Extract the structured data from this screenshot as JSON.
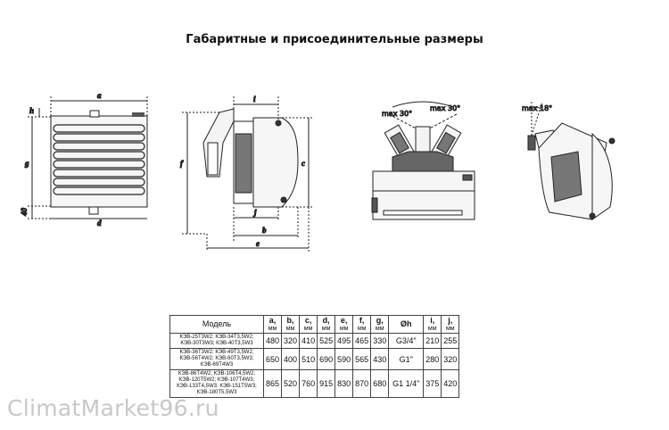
{
  "title": "Габаритные и присоединительные размеры",
  "dimension_labels": {
    "a": "a",
    "b": "b",
    "c": "c",
    "d": "d",
    "e": "e",
    "f": "f",
    "g": "g",
    "h": "h",
    "i": "i",
    "j": "j",
    "forty": "40"
  },
  "angles": {
    "top_left": "max 30°",
    "top_right": "max 30°",
    "side": "max 18°"
  },
  "table": {
    "model_header": "Модель",
    "columns": [
      {
        "label": "a,",
        "unit": "мм"
      },
      {
        "label": "b,",
        "unit": "мм"
      },
      {
        "label": "c,",
        "unit": "мм"
      },
      {
        "label": "d,",
        "unit": "мм"
      },
      {
        "label": "e,",
        "unit": "мм"
      },
      {
        "label": "f,",
        "unit": "мм"
      },
      {
        "label": "g,",
        "unit": "мм"
      },
      {
        "label": "Øh",
        "unit": ""
      },
      {
        "label": "i,",
        "unit": "мм"
      },
      {
        "label": "j,",
        "unit": "мм"
      }
    ],
    "rows": [
      {
        "models": [
          "КЭВ-25Т3W2; КЭВ-34Т3,5W2;",
          "КЭВ-30Т3W3; КЭВ-40Т3,5W3"
        ],
        "values": [
          "480",
          "320",
          "410",
          "525",
          "495",
          "465",
          "330",
          "G3/4\"",
          "210",
          "255"
        ]
      },
      {
        "models": [
          "КЭВ-36Т3W2; КЭВ-49Т3,5W2;",
          "КЭВ-56Т4W2; КЭВ-60Т3,5W3;",
          "КЭВ-69Т4W3"
        ],
        "values": [
          "650",
          "400",
          "510",
          "690",
          "590",
          "565",
          "430",
          "G1\"",
          "280",
          "320"
        ]
      },
      {
        "models": [
          "КЭВ-86Т4W2; КЭВ-106Т4,5W2;",
          "КЭВ-120Т5W2; КЭВ-107Т4W3;",
          "КЭВ-133Т4,5W3; КЭВ-151Т5W3;",
          "КЭВ-180Т5,5W3"
        ],
        "values": [
          "865",
          "520",
          "760",
          "915",
          "830",
          "870",
          "680",
          "G1 1/4\"",
          "375",
          "420"
        ]
      }
    ]
  },
  "watermark": "ClimatMarket96.ru"
}
